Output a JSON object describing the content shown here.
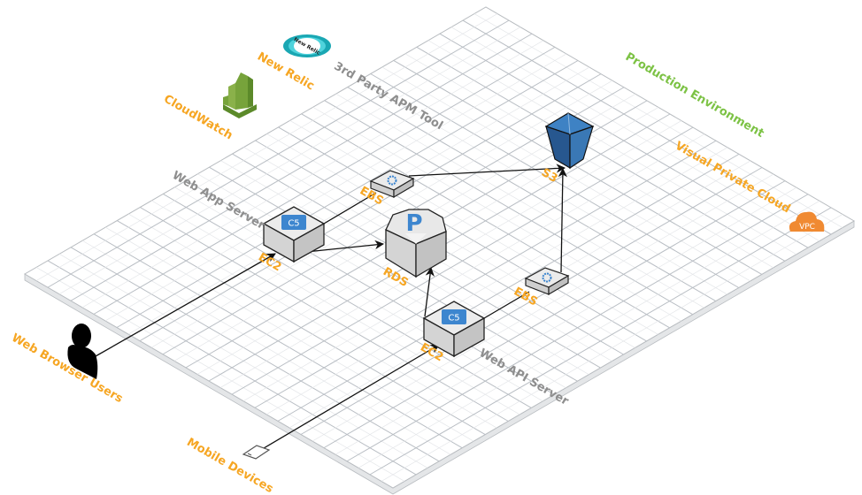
{
  "colors": {
    "orange": "#f6a623",
    "green": "#7cc244",
    "gray_label": "#8e8e8e",
    "s3_blue": "#3a78b5",
    "ec2_blue": "#3d86cf",
    "vpc_orange": "#f08a32",
    "cloudwatch_green": "#77a33b",
    "newrelic_teal": "#1aa7b3"
  },
  "labels": {
    "new_relic": "New Relic",
    "apm_tool": "3rd Party APM Tool",
    "cloudwatch": "CloudWatch",
    "web_app_server": "Web App Server",
    "ebs_1": "EBS",
    "ec2_1": "EC2",
    "rds": "RDS",
    "s3": "S3",
    "ebs_2": "EBS",
    "ec2_2": "EC2",
    "web_api_server": "Web API Server",
    "production_env": "Production Environment",
    "vpc_title": "Visual  Private Cloud",
    "web_browser_users": "Web Browser Users",
    "mobile_devices": "Mobile Devices"
  },
  "icons": {
    "vpc_text": "VPC",
    "newrelic_text": "New Relic",
    "ec2_glyph": "C5",
    "rds_glyph": "P"
  }
}
